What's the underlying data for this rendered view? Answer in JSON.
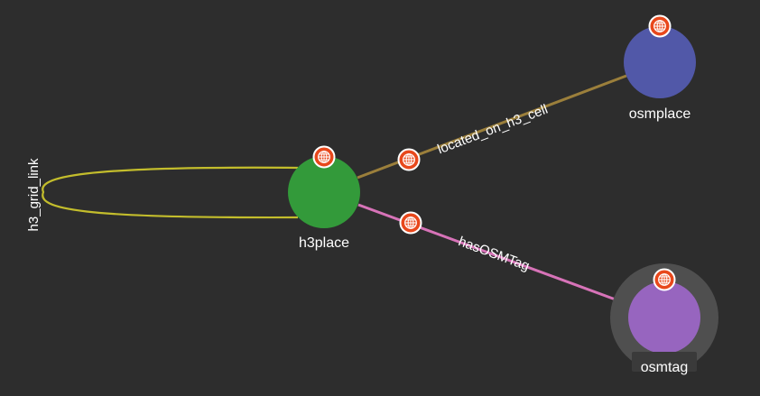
{
  "graph": {
    "background": "#2d2d2d",
    "badge_icon": "globe-icon",
    "badge_colors": {
      "fill": "#e8481c",
      "stroke": "#ffffff"
    },
    "nodes": [
      {
        "id": "h3place",
        "label": "h3place",
        "color": "#339a3a"
      },
      {
        "id": "osmplace",
        "label": "osmplace",
        "color": "#5158a8"
      },
      {
        "id": "osmtag",
        "label": "osmtag",
        "color": "#9765bf",
        "selected": true,
        "selection_color": "#4f4f4f"
      }
    ],
    "edges": [
      {
        "id": "h3_grid_link",
        "label": "h3_grid_link",
        "source": "h3place",
        "target": "h3place",
        "color": "#c3bd2c"
      },
      {
        "id": "located_on_h3_cell",
        "label": "located_on_h3_cell",
        "source": "h3place",
        "target": "osmplace",
        "color": "#9b7f3b"
      },
      {
        "id": "hasOSMTag",
        "label": "hasOSMTag",
        "source": "h3place",
        "target": "osmtag",
        "color": "#d773b8"
      }
    ]
  }
}
